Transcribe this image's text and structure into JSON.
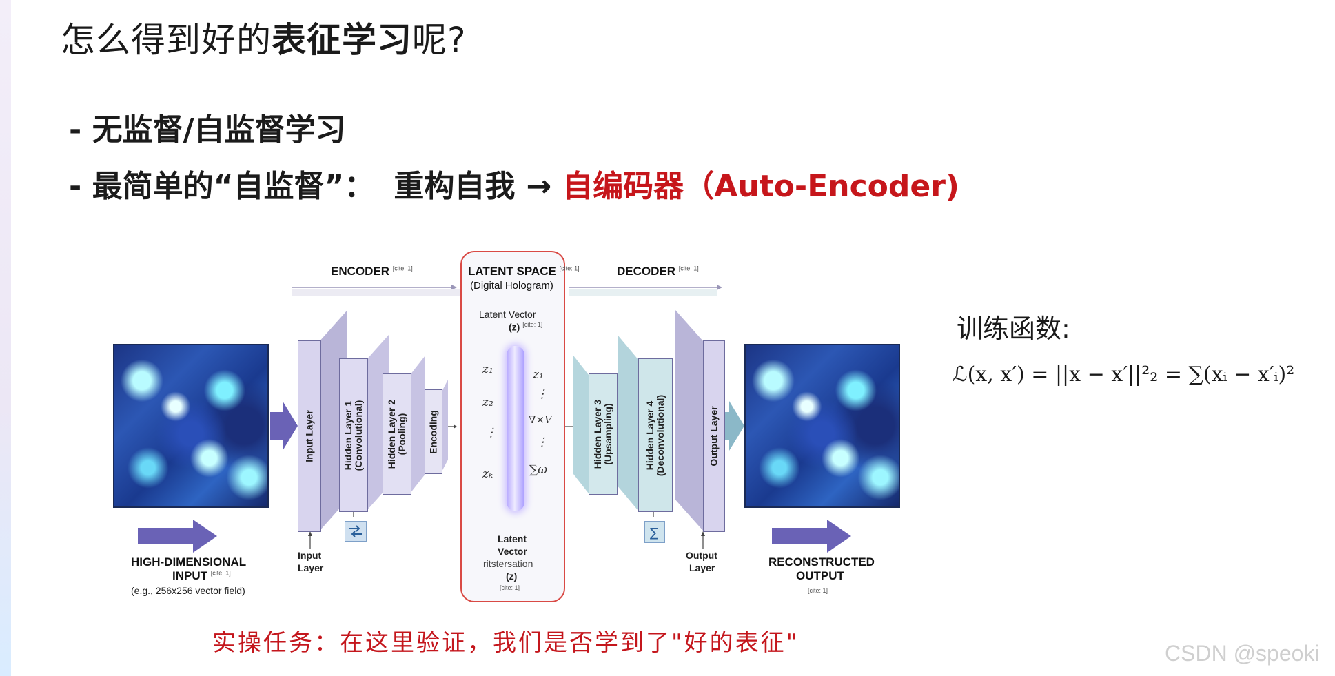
{
  "slide": {
    "title_pre": "怎么得到好的",
    "title_bold": "表征学习",
    "title_post": "呢?",
    "bullet1": "- 无监督/自监督学习",
    "bullet2_a": "- 最简单的“自监督”：",
    "bullet2_b": "重构自我",
    "bullet2_arrow": "→",
    "bullet2_red": "自编码器（Auto-Encoder)",
    "loss_title": "训练函数:",
    "loss_formula": "ℒ(x, x′) = ||x − x′||²₂ = ∑(xᵢ − x′ᵢ)²",
    "task_text": "实操任务：在这里验证，我们是否学到了\"好的表征\"",
    "watermark": "CSDN @speoki"
  },
  "figure": {
    "encoder_label": "ENCODER",
    "latent_space_label": "LATENT SPACE",
    "latent_space_sub": "(Digital Hologram)",
    "decoder_label": "DECODER",
    "cite": "[cite: 1]",
    "latent_vector_top": "Latent Vector",
    "latent_vector_z": "(z)",
    "z1": "z₁",
    "z2": "z₂",
    "vdots": "⋮",
    "zk": "zₖ",
    "r_z1": "z₁",
    "r_vdots1": "⋮",
    "r_curl": "∇×V",
    "r_vdots2": "⋮",
    "r_sum": "∑ω",
    "latent_bottom_1": "Latent",
    "latent_bottom_2": "Vector",
    "latent_bottom_3": "ritstersation",
    "latent_bottom_4": "(z)",
    "layers": {
      "input": "Input Layer",
      "hidden1_a": "Hidden Layer 1",
      "hidden1_b": "(Convolutional)",
      "hidden2_a": "Hidden Layer 2",
      "hidden2_b": "(Pooling)",
      "encoding": "Encoding",
      "hidden3_a": "Hidden Layer 3",
      "hidden3_b": "(Upsampling)",
      "hidden4_a": "Hidden Layer 4",
      "hidden4_b": "(Deconvolutional)",
      "output": "Output Layer"
    },
    "input_caption_1": "HIGH-DIMENSIONAL",
    "input_caption_2": "INPUT",
    "input_caption_3": "(e.g., 256x256 vector field)",
    "input_layer_caption_1": "Input",
    "input_layer_caption_2": "Layer",
    "output_layer_caption_1": "Output",
    "output_layer_caption_2": "Layer",
    "output_caption_1": "RECONSTRUCTED",
    "output_caption_2": "OUTPUT",
    "colors": {
      "accent_red": "#c6161b",
      "latent_border": "#d94a45",
      "encoder_layer": "#d8d4ee",
      "decoder_layer": "#cfe6ea",
      "arrow": "#7a6fc0"
    },
    "icons": [
      "flow-icon",
      "sum-icon"
    ]
  }
}
